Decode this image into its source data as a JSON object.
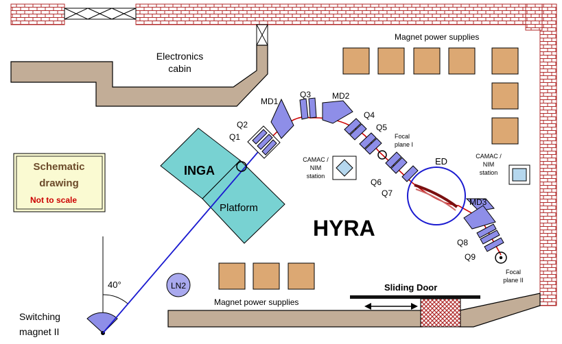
{
  "labels": {
    "electronics_cabin_1": "Electronics",
    "electronics_cabin_2": "cabin",
    "magnet_ps_top": "Magnet power supplies",
    "magnet_ps_bottom": "Magnet power supplies",
    "md1": "MD1",
    "md2": "MD2",
    "md3": "MD3",
    "q1": "Q1",
    "q2": "Q2",
    "q3": "Q3",
    "q4": "Q4",
    "q5": "Q5",
    "q6": "Q6",
    "q7": "Q7",
    "q8": "Q8",
    "q9": "Q9",
    "ed": "ED",
    "focal1_1": "Focal",
    "focal1_2": "plane I",
    "focal2_1": "Focal",
    "focal2_2": "plane II",
    "camac_left_1": "CAMAC /",
    "camac_left_2": "NIM",
    "camac_left_3": "station",
    "camac_right_1": "CAMAC /",
    "camac_right_2": "NIM",
    "camac_right_3": "station",
    "inga": "INGA",
    "platform": "Platform",
    "hyra": "HYRA",
    "ln2": "LN2",
    "sliding_door": "Sliding Door",
    "angle": "40°",
    "switching_1": "Switching",
    "switching_2": "magnet II",
    "schematic_1": "Schematic",
    "schematic_2": "drawing",
    "not_to_scale": "Not to scale"
  },
  "colors": {
    "wall_brick": "#b02a2a",
    "concrete": "#c2ad97",
    "power_supply": "#dca873",
    "magnet": "#8e8ee8",
    "platform": "#78d2d2",
    "beam_red": "#cc0000",
    "beam_blue": "#1a1ad0",
    "ed_circle": "#1a1ad0",
    "ln2": "#a9a9ee",
    "schematic_box": "#fafad2"
  }
}
